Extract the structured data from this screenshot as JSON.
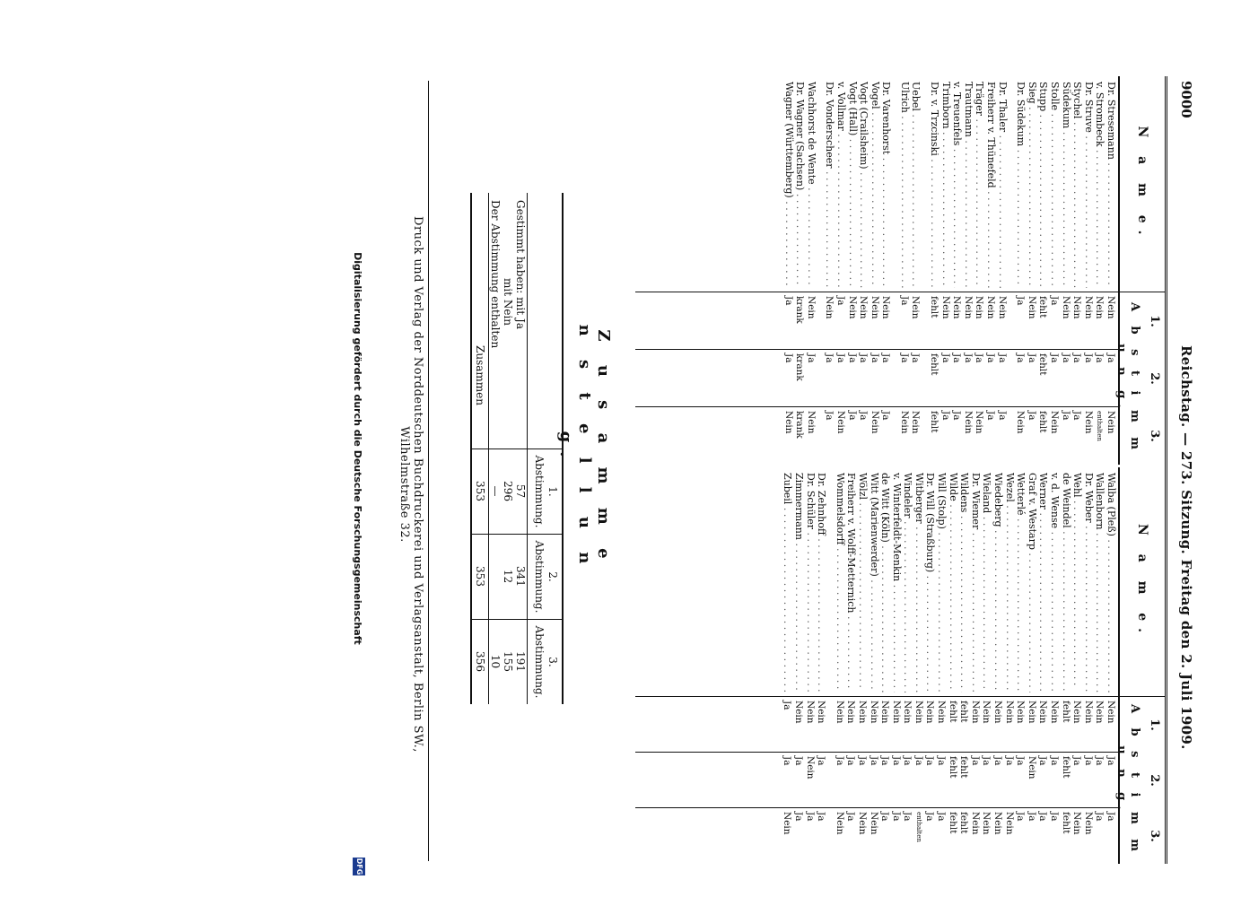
{
  "header": {
    "page_number": "9000",
    "title": "Reichstag. — 273. Sitzung. Freitag den 2. Juli 1909."
  },
  "table_head": {
    "name_label": "N a m e.",
    "vote_label": "A b s t i m m u n g.",
    "vote_numbers": [
      "1.",
      "2.",
      "3."
    ]
  },
  "left_rows": [
    {
      "name": "Dr. Stresemann",
      "v": [
        "Nein",
        "Ja",
        "Nein"
      ]
    },
    {
      "name": "v. Strombeck",
      "v": [
        "Nein",
        "Ja",
        "enthalten"
      ]
    },
    {
      "name": "Dr. Struve",
      "v": [
        "Nein",
        "Ja",
        "Nein"
      ]
    },
    {
      "name": "Stychel",
      "v": [
        "Nein",
        "Ja",
        "Ja"
      ]
    },
    {
      "name": "Südekum",
      "v": [
        "Nein",
        "Ja",
        "Ja"
      ]
    },
    {
      "name": "Stolle",
      "v": [
        "Ja",
        "Ja",
        "Nein"
      ]
    },
    {
      "name": "Stupp",
      "v": [
        "fehlt",
        "fehlt",
        "fehlt"
      ]
    },
    {
      "name": "Sieg",
      "v": [
        "Nein",
        "Ja",
        "Ja"
      ]
    },
    {
      "name": "Dr. Südekum",
      "v": [
        "Ja",
        "Ja",
        "Nein"
      ]
    },
    {
      "gap": true
    },
    {
      "name": "Dr. Thaler",
      "v": [
        "Nein",
        "Ja",
        "Ja"
      ]
    },
    {
      "name": "Freiherr v. Thünefeld",
      "v": [
        "Nein",
        "Ja",
        "Ja"
      ]
    },
    {
      "name": "Träger",
      "v": [
        "Nein",
        "Ja",
        "Nein"
      ]
    },
    {
      "name": "Trautmann",
      "v": [
        "Nein",
        "Ja",
        "Nein"
      ]
    },
    {
      "name": "v. Treuenfels",
      "v": [
        "Nein",
        "Ja",
        "Ja"
      ]
    },
    {
      "name": "Trimborn",
      "v": [
        "Nein",
        "Ja",
        "Ja"
      ]
    },
    {
      "name": "Dr. v. Trzcinski",
      "v": [
        "fehlt",
        "fehlt",
        "fehlt"
      ]
    },
    {
      "gap": true
    },
    {
      "name": "Uebel",
      "v": [
        "Nein",
        "Ja",
        "Nein"
      ]
    },
    {
      "name": "Ulrich",
      "v": [
        "Ja",
        "Ja",
        "Nein"
      ]
    },
    {
      "gap": true
    },
    {
      "name": "Dr. Varenhorst",
      "v": [
        "Nein",
        "Ja",
        "Ja"
      ]
    },
    {
      "name": "Vogel",
      "v": [
        "Nein",
        "Ja",
        "Nein"
      ]
    },
    {
      "name": "Vogt (Crailsheim)",
      "v": [
        "Nein",
        "Ja",
        "Ja"
      ]
    },
    {
      "name": "Vogt (Hall)",
      "v": [
        "Nein",
        "Ja",
        "Ja"
      ]
    },
    {
      "name": "v. Vollmar",
      "v": [
        "Ja",
        "Ja",
        "Nein"
      ]
    },
    {
      "name": "Dr. Vonderscheer",
      "v": [
        "Nein",
        "Ja",
        "Ja"
      ]
    },
    {
      "gap": true
    },
    {
      "name": "Wachhorst de Wente",
      "v": [
        "Nein",
        "Ja",
        "Nein"
      ]
    },
    {
      "name": "Dr. Wagner (Sachsen)",
      "v": [
        "krank",
        "krank",
        "krank"
      ]
    },
    {
      "name": "Wagner (Württemberg)",
      "v": [
        "Ja",
        "Ja",
        "Nein"
      ]
    }
  ],
  "right_rows": [
    {
      "name": "Walba (Pleß)",
      "v": [
        "Nein",
        "Ja",
        "Ja"
      ]
    },
    {
      "name": "Wallenborn",
      "v": [
        "Nein",
        "Ja",
        "Ja"
      ]
    },
    {
      "name": "Dr. Weber",
      "v": [
        "Nein",
        "Ja",
        "Nein"
      ]
    },
    {
      "name": "Wehl",
      "v": [
        "Nein",
        "Ja",
        "Nein"
      ]
    },
    {
      "name": "de Weindel",
      "v": [
        "fehlt",
        "fehlt",
        "fehlt"
      ]
    },
    {
      "name": "v. d. Wense",
      "v": [
        "Nein",
        "Ja",
        "Ja"
      ]
    },
    {
      "name": "Werner",
      "v": [
        "Nein",
        "Ja",
        "Ja"
      ]
    },
    {
      "name": "Graf v. Westarp",
      "v": [
        "Nein",
        "Nein",
        "Ja"
      ]
    },
    {
      "name": "Wetterlé",
      "v": [
        "Nein",
        "Ja",
        "Ja"
      ]
    },
    {
      "name": "Wezel",
      "v": [
        "Nein",
        "Ja",
        "Nein"
      ]
    },
    {
      "name": "Wiedeberg",
      "v": [
        "Nein",
        "Ja",
        "Nein"
      ]
    },
    {
      "name": "Wieland",
      "v": [
        "Nein",
        "Ja",
        "Nein"
      ]
    },
    {
      "name": "Dr. Wiemer",
      "v": [
        "Nein",
        "Ja",
        "Nein"
      ]
    },
    {
      "name": "Wildens",
      "v": [
        "fehlt",
        "fehlt",
        "fehlt"
      ]
    },
    {
      "name": "Wilde",
      "v": [
        "fehlt",
        "fehlt",
        "fehlt"
      ]
    },
    {
      "name": "Will (Stolp)",
      "v": [
        "Nein",
        "Ja",
        "Ja"
      ]
    },
    {
      "name": "Dr. Will (Straßburg)",
      "v": [
        "Nein",
        "Ja",
        "Ja"
      ]
    },
    {
      "name": "Witberger",
      "v": [
        "Nein",
        "Ja",
        "enthalten"
      ]
    },
    {
      "name": "Windeler",
      "v": [
        "Nein",
        "Ja",
        "Ja"
      ]
    },
    {
      "name": "v. Winterfeldt-Menkin",
      "v": [
        "Nein",
        "Ja",
        "Ja"
      ]
    },
    {
      "name": "de Witt (Köln)",
      "v": [
        "Nein",
        "Ja",
        "Ja"
      ]
    },
    {
      "name": "Witt (Marienwerder)",
      "v": [
        "Nein",
        "Ja",
        "Nein"
      ]
    },
    {
      "name": "Wölzl",
      "v": [
        "Nein",
        "Ja",
        "Nein"
      ]
    },
    {
      "name": "Freiherr v. Wolff-Metternich",
      "v": [
        "Nein",
        "Ja",
        "Ja"
      ]
    },
    {
      "name": "Wommelsdorff",
      "v": [
        "Nein",
        "Ja",
        "Nein"
      ]
    },
    {
      "gap": true
    },
    {
      "name": "Dr. Zehnhoff",
      "v": [
        "Nein",
        "Ja",
        "Ja"
      ]
    },
    {
      "name": "Dr. Schüler",
      "v": [
        "Nein",
        "Nein",
        "Ja"
      ]
    },
    {
      "name": "Zimmermann",
      "v": [
        "Nein",
        "Ja",
        "Ja"
      ]
    },
    {
      "name": "Zubeil",
      "v": [
        "Ja",
        "Ja",
        "Nein"
      ]
    }
  ],
  "summary": {
    "title": "Z u s a m m e n s t e l l u n g.",
    "col_headers": [
      "1. Abstimmung.",
      "2. Abstimmung.",
      "3. Abstimmung."
    ],
    "rows": [
      {
        "label": "Gestimmt haben: mit Ja",
        "values": [
          "57",
          "341",
          "191"
        ]
      },
      {
        "label": "mit Nein",
        "values": [
          "296",
          "12",
          "155"
        ]
      },
      {
        "label": "Der Abstimmung enthalten",
        "values": [
          "—",
          "",
          "10"
        ]
      }
    ],
    "total": {
      "label": "Zusammen",
      "values": [
        "353",
        "353",
        "356"
      ]
    }
  },
  "footer": "Druck und Verlag der Norddeutschen Buchdruckerei und Verlagsanstalt, Berlin SW., Wilhelmstraße 32.",
  "digitization_note": "Digitalisierung gefördert durch die Deutsche Forschungsgemeinschaft",
  "logo_text": "DFG"
}
